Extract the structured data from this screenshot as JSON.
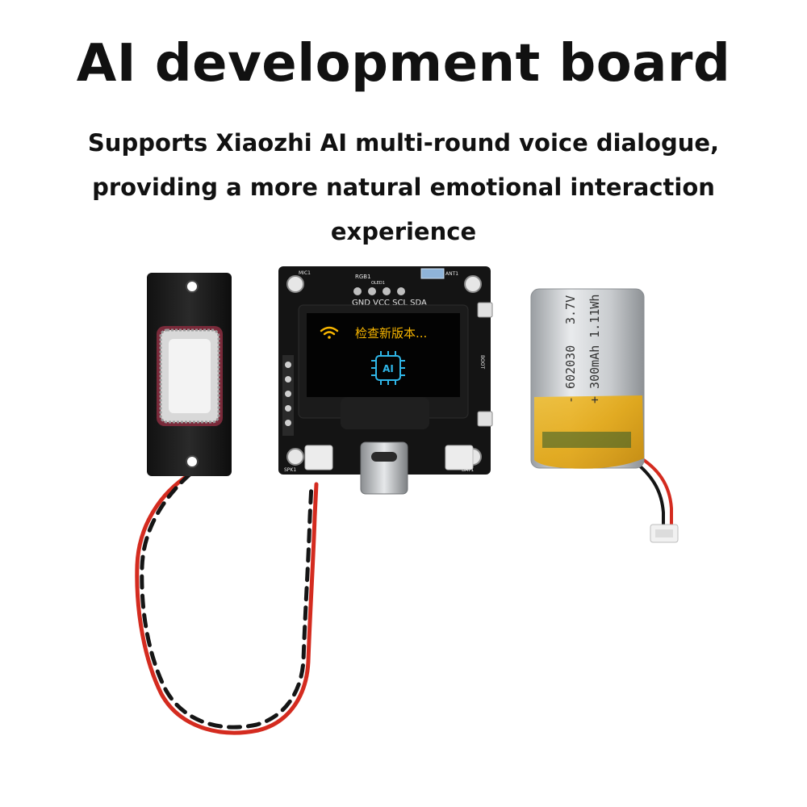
{
  "headline": "AI development board",
  "subtitle": "Supports Xiaozhi AI multi-round voice dialogue, providing a more natural emotional interaction experience",
  "board": {
    "pin_header": "GND VCC SCL SDA",
    "label_rgb": "RGB1",
    "label_oled": "OLED1",
    "label_mic": "MIC1",
    "label_ant": "ANT1",
    "label_boot": "BOOT",
    "label_spk": "SPK1",
    "label_bat": "BAT1",
    "screen_status": "检查新版本...",
    "chip_label": "AI",
    "screen_color": "#f7b500",
    "chip_color": "#2fb6e8"
  },
  "battery": {
    "model": "- 602030",
    "voltage": "3.7V",
    "capacity": "+ 300mAh 1.11Wh"
  },
  "icons": [
    "wifi-icon",
    "ai-chip-icon"
  ]
}
